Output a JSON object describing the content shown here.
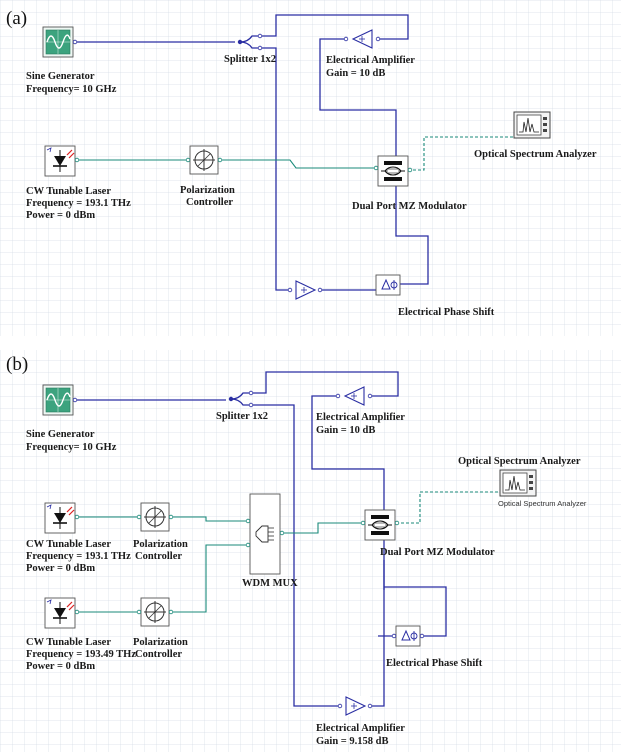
{
  "panel_a": {
    "letter": "(a)",
    "sine_title": "Sine Generator",
    "sine_freq": "Frequency= 10 GHz",
    "laser_title": "CW Tunable Laser",
    "laser_freq": "Frequency = 193.1 THz",
    "laser_power": "Power = 0 dBm",
    "pc_line1": "Polarization",
    "pc_line2": "Controller",
    "splitter": "Splitter 1x2",
    "amp_title": "Electrical Amplifier",
    "amp_gain": "Gain = 10 dB",
    "osa": "Optical Spectrum Analyzer",
    "mzm": "Dual Port MZ Modulator",
    "phase": "Electrical Phase Shift"
  },
  "panel_b": {
    "letter": "(b)",
    "sine_title": "Sine Generator",
    "sine_freq": "Frequency= 10 GHz",
    "splitter": "Splitter 1x2",
    "amp1_title": "Electrical Amplifier",
    "amp1_gain": "Gain = 10 dB",
    "osa": "Optical Spectrum Analyzer",
    "osa_small": "Optical Spectrum Analyzer",
    "laser1_title": "CW Tunable Laser",
    "laser1_freq": "Frequency = 193.1 THz",
    "laser1_power": "Power = 0 dBm",
    "pc1_line1": "Polarization",
    "pc1_line2": "Controller",
    "mux": "WDM MUX",
    "mzm": "Dual Port MZ Modulator",
    "laser2_title": "CW Tunable Laser",
    "laser2_freq": "Frequency = 193.49 THz",
    "laser2_power": "Power = 0 dBm",
    "pc2_line1": "Polarization",
    "pc2_line2": "Controller",
    "phase": "Electrical Phase Shift",
    "amp2_title": "Electrical Amplifier",
    "amp2_gain": "Gain = 9.158 dB"
  },
  "colors": {
    "electrical_wire": "#2b2fa3",
    "optical_wire": "#1a8a7a",
    "grid": "#d6dde6"
  },
  "icons": [
    "sine-generator-icon",
    "laser-icon",
    "polarization-controller-icon",
    "splitter-icon",
    "amplifier-icon",
    "osa-icon",
    "mz-modulator-icon",
    "phase-shift-icon",
    "wdm-mux-icon"
  ]
}
